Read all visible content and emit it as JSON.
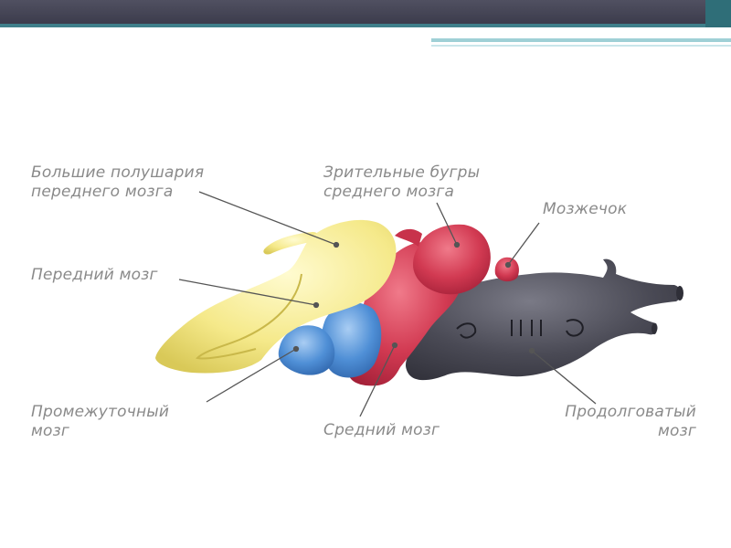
{
  "labels": {
    "hemispheres": "Большие полушария\nпереднего мозга",
    "optic_lobes": "Зрительные бугры\nсреднего мозга",
    "cerebellum": "Мозжечок",
    "forebrain": "Передний мозг",
    "diencephalon": "Промежуточный\nмозг",
    "midbrain": "Средний мозг",
    "medulla": "Продолговатый\nмозг"
  },
  "colors": {
    "forebrain": "#f5e98a",
    "diencephalon": "#4f8fd6",
    "midbrain": "#d23a52",
    "medulla": "#4a4a55",
    "label_text": "#8a8a8a",
    "pointer_line": "#555555",
    "header_bar": "#45455a",
    "header_accent": "#3f7f8a"
  }
}
